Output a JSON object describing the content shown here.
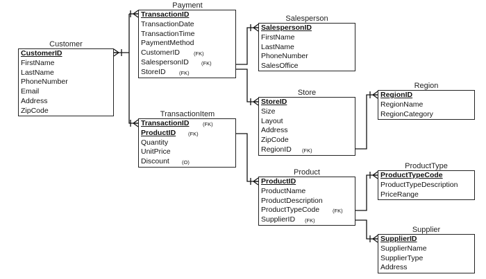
{
  "entities": {
    "customer": {
      "title": "Customer",
      "attributes": [
        {
          "name": "CustomerID",
          "pk": true,
          "tag": ""
        },
        {
          "name": "FirstName",
          "pk": false,
          "tag": ""
        },
        {
          "name": "LastName",
          "pk": false,
          "tag": ""
        },
        {
          "name": "PhoneNumber",
          "pk": false,
          "tag": ""
        },
        {
          "name": "Email",
          "pk": false,
          "tag": ""
        },
        {
          "name": "Address",
          "pk": false,
          "tag": ""
        },
        {
          "name": "ZipCode",
          "pk": false,
          "tag": ""
        }
      ]
    },
    "payment": {
      "title": "Payment",
      "attributes": [
        {
          "name": "TransactionID",
          "pk": true,
          "tag": ""
        },
        {
          "name": "TransactionDate",
          "pk": false,
          "tag": ""
        },
        {
          "name": "TransactionTime",
          "pk": false,
          "tag": ""
        },
        {
          "name": "PaymentMethod",
          "pk": false,
          "tag": ""
        },
        {
          "name": "CustomerID",
          "pk": false,
          "tag": "(FK)"
        },
        {
          "name": "SalespersonID",
          "pk": false,
          "tag": "(FK)"
        },
        {
          "name": "StoreID",
          "pk": false,
          "tag": "(FK)"
        }
      ]
    },
    "salesperson": {
      "title": "Salesperson",
      "attributes": [
        {
          "name": "SalespersonID",
          "pk": true,
          "tag": ""
        },
        {
          "name": "FirstName",
          "pk": false,
          "tag": ""
        },
        {
          "name": "LastName",
          "pk": false,
          "tag": ""
        },
        {
          "name": "PhoneNumber",
          "pk": false,
          "tag": ""
        },
        {
          "name": "SalesOffice",
          "pk": false,
          "tag": ""
        }
      ]
    },
    "store": {
      "title": "Store",
      "attributes": [
        {
          "name": "StoreID",
          "pk": true,
          "tag": ""
        },
        {
          "name": "Size",
          "pk": false,
          "tag": ""
        },
        {
          "name": "Layout",
          "pk": false,
          "tag": ""
        },
        {
          "name": "Address",
          "pk": false,
          "tag": ""
        },
        {
          "name": "ZipCode",
          "pk": false,
          "tag": ""
        },
        {
          "name": "RegionID",
          "pk": false,
          "tag": "(FK)"
        }
      ]
    },
    "region": {
      "title": "Region",
      "attributes": [
        {
          "name": "RegionID",
          "pk": true,
          "tag": ""
        },
        {
          "name": "RegionName",
          "pk": false,
          "tag": ""
        },
        {
          "name": "RegionCategory",
          "pk": false,
          "tag": ""
        }
      ]
    },
    "transactionitem": {
      "title": "TransactionItem",
      "attributes": [
        {
          "name": "TransactionID",
          "pk": true,
          "tag": "(FK)"
        },
        {
          "name": "ProductID",
          "pk": true,
          "tag": "(FK)"
        },
        {
          "name": "Quantity",
          "pk": false,
          "tag": ""
        },
        {
          "name": "UnitPrice",
          "pk": false,
          "tag": ""
        },
        {
          "name": "Discount",
          "pk": false,
          "tag": "(O)"
        }
      ]
    },
    "product": {
      "title": "Product",
      "attributes": [
        {
          "name": "ProductID",
          "pk": true,
          "tag": ""
        },
        {
          "name": "ProductName",
          "pk": false,
          "tag": ""
        },
        {
          "name": "ProductDescription",
          "pk": false,
          "tag": ""
        },
        {
          "name": "ProductTypeCode",
          "pk": false,
          "tag": "(FK)"
        },
        {
          "name": "SupplierID",
          "pk": false,
          "tag": "(FK)"
        }
      ]
    },
    "producttype": {
      "title": "ProductType",
      "attributes": [
        {
          "name": "ProductTypeCode",
          "pk": true,
          "tag": ""
        },
        {
          "name": "ProductTypeDescription",
          "pk": false,
          "tag": ""
        },
        {
          "name": "PriceRange",
          "pk": false,
          "tag": ""
        }
      ]
    },
    "supplier": {
      "title": "Supplier",
      "attributes": [
        {
          "name": "SupplierID",
          "pk": true,
          "tag": ""
        },
        {
          "name": "SupplierName",
          "pk": false,
          "tag": ""
        },
        {
          "name": "SupplierType",
          "pk": false,
          "tag": ""
        },
        {
          "name": "Address",
          "pk": false,
          "tag": ""
        }
      ]
    }
  }
}
